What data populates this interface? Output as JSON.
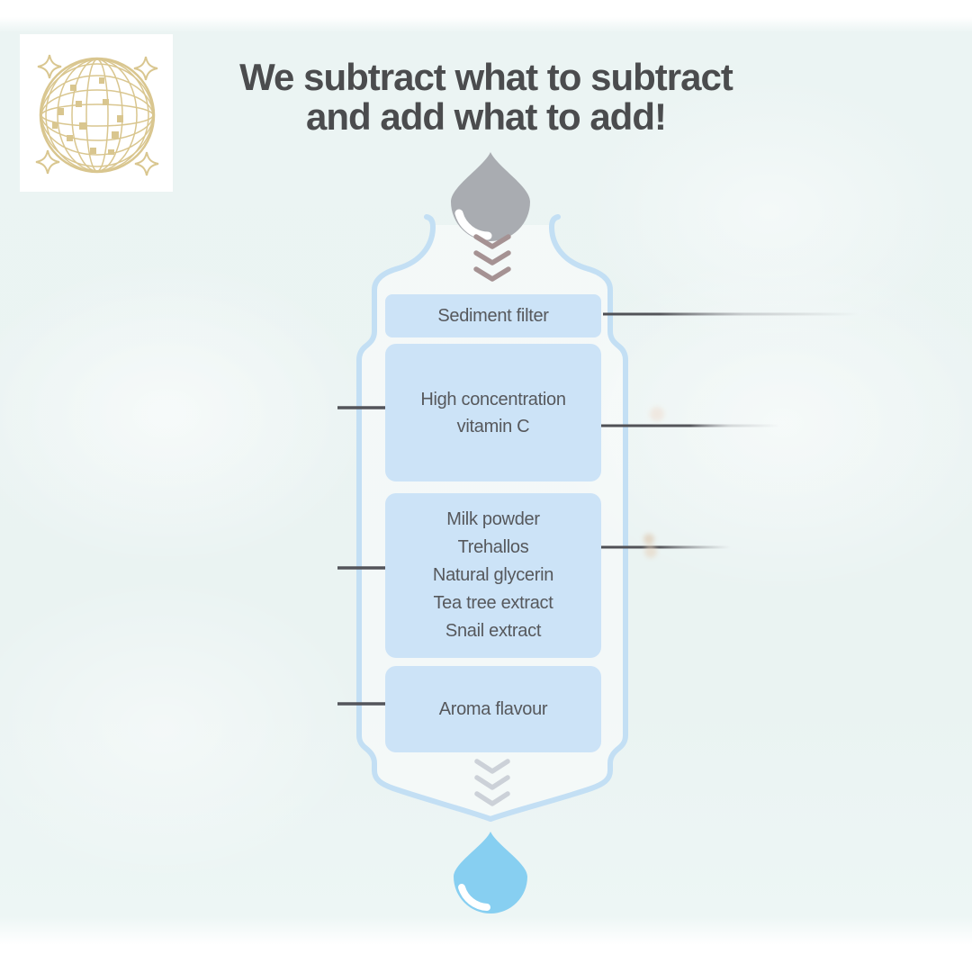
{
  "title": {
    "line1": "We subtract what to subtract",
    "line2": "and add what to add!"
  },
  "filter": {
    "stages": [
      {
        "id": "sediment-filter",
        "lines": [
          "Sediment filter"
        ]
      },
      {
        "id": "vitamin-c",
        "lines": [
          "High concentration",
          "vitamin C"
        ]
      },
      {
        "id": "additives",
        "lines": [
          "Milk powder",
          "Trehallos",
          "Natural glycerin",
          "Tea tree extract",
          "Snail extract"
        ]
      },
      {
        "id": "aroma",
        "lines": [
          "Aroma flavour"
        ]
      }
    ]
  },
  "icons": {
    "logo": "disco-ball-icon",
    "input_drop": "gray-water-drop-icon",
    "output_drop": "blue-water-drop-icon",
    "flow_top": "chevron-down-icon",
    "flow_bottom": "chevron-down-icon"
  },
  "colors": {
    "background": "#eaf3f2",
    "box_fill": "#cce3f7",
    "filter_outline": "#c3dff4",
    "drop_gray": "#a9acb1",
    "drop_blue": "#87cff1",
    "chevron_top": "#a59293",
    "chevron_bottom": "#ccd1d8",
    "connector_line": "#54555a",
    "title_text": "#4b4c4e",
    "box_text": "#56585c",
    "logo_gold": "#d9c68f"
  }
}
